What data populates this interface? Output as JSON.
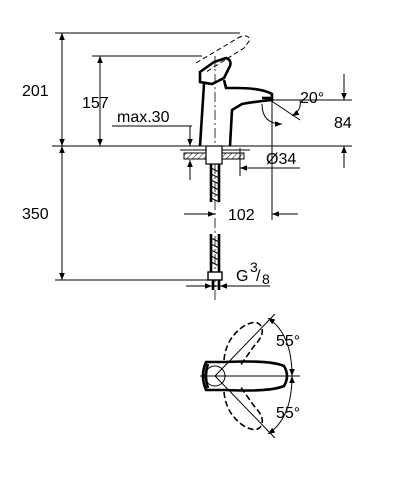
{
  "dimensions": {
    "overall_height": "201",
    "spout_height": "157",
    "max_thickness": "max.30",
    "outlet_angle": "20°",
    "projection": "84",
    "hole_diameter": "Ø34",
    "reach": "102",
    "hose_length": "350",
    "thread_prefix": "G",
    "thread_num": "3",
    "thread_den": "8",
    "lever_angle_top": "55°",
    "lever_angle_bottom": "55°"
  }
}
